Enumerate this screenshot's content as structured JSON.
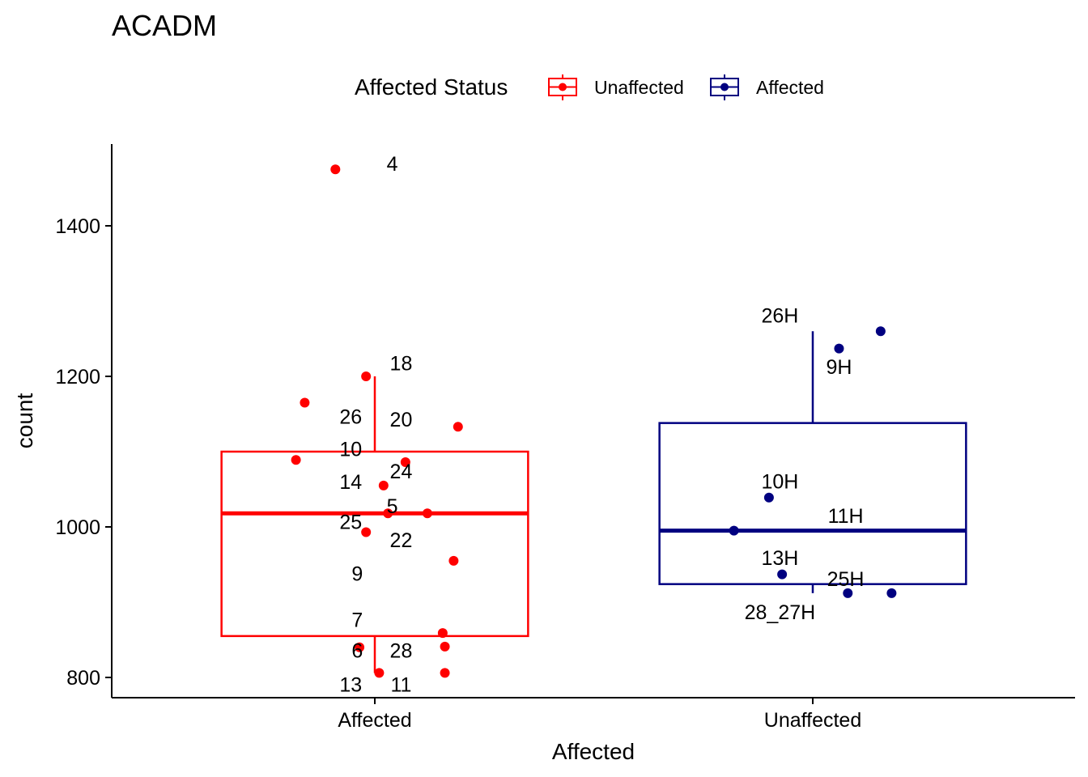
{
  "chart_data": {
    "type": "box",
    "title": "ACADM",
    "xlabel": "Affected",
    "ylabel": "count",
    "ylim": [
      770,
      1510
    ],
    "yticks": [
      800,
      1000,
      1200,
      1400
    ],
    "categories": [
      "Affected",
      "Unaffected"
    ],
    "legend": {
      "title": "Affected Status",
      "position": "top",
      "entries": [
        {
          "label": "Unaffected",
          "color": "#FF0000"
        },
        {
          "label": "Affected",
          "color": "#000080"
        }
      ]
    },
    "boxes": [
      {
        "category": "Affected",
        "color": "#FF0000",
        "whisker_low": 806,
        "q1": 855,
        "median": 1018,
        "q3": 1100,
        "whisker_high": 1200
      },
      {
        "category": "Unaffected",
        "color": "#000080",
        "whisker_low": 912,
        "q1": 924,
        "median": 995,
        "q3": 1138,
        "whisker_high": 1260
      }
    ],
    "points": [
      {
        "category": "Affected",
        "jitter": -0.09,
        "y": 1475
      },
      {
        "category": "Affected",
        "jitter": -0.02,
        "y": 1200
      },
      {
        "category": "Affected",
        "jitter": -0.16,
        "y": 1165
      },
      {
        "category": "Affected",
        "jitter": 0.19,
        "y": 1133
      },
      {
        "category": "Affected",
        "jitter": -0.18,
        "y": 1089
      },
      {
        "category": "Affected",
        "jitter": 0.07,
        "y": 1086
      },
      {
        "category": "Affected",
        "jitter": 0.02,
        "y": 1055
      },
      {
        "category": "Affected",
        "jitter": 0.03,
        "y": 1018
      },
      {
        "category": "Affected",
        "jitter": 0.12,
        "y": 1018
      },
      {
        "category": "Affected",
        "jitter": -0.02,
        "y": 993
      },
      {
        "category": "Affected",
        "jitter": 0.18,
        "y": 955
      },
      {
        "category": "Affected",
        "jitter": 0.155,
        "y": 859
      },
      {
        "category": "Affected",
        "jitter": 0.16,
        "y": 841
      },
      {
        "category": "Affected",
        "jitter": -0.035,
        "y": 840
      },
      {
        "category": "Affected",
        "jitter": 0.16,
        "y": 806
      },
      {
        "category": "Affected",
        "jitter": 0.01,
        "y": 806
      },
      {
        "category": "Unaffected",
        "jitter": 0.155,
        "y": 1260
      },
      {
        "category": "Unaffected",
        "jitter": 0.06,
        "y": 1237
      },
      {
        "category": "Unaffected",
        "jitter": -0.1,
        "y": 1039
      },
      {
        "category": "Unaffected",
        "jitter": -0.18,
        "y": 995
      },
      {
        "category": "Unaffected",
        "jitter": -0.07,
        "y": 937
      },
      {
        "category": "Unaffected",
        "jitter": 0.08,
        "y": 912
      },
      {
        "category": "Unaffected",
        "jitter": 0.18,
        "y": 912
      }
    ],
    "annotations": [
      {
        "text": "4",
        "category": "Affected",
        "dx": 0.04,
        "y": 1483
      },
      {
        "text": "18",
        "category": "Affected",
        "dx": 0.06,
        "y": 1218
      },
      {
        "text": "26",
        "category": "Affected",
        "dx": -0.055,
        "y": 1147
      },
      {
        "text": "20",
        "category": "Affected",
        "dx": 0.06,
        "y": 1143
      },
      {
        "text": "10",
        "category": "Affected",
        "dx": -0.055,
        "y": 1104
      },
      {
        "text": "24",
        "category": "Affected",
        "dx": 0.06,
        "y": 1074
      },
      {
        "text": "14",
        "category": "Affected",
        "dx": -0.055,
        "y": 1060
      },
      {
        "text": "5",
        "category": "Affected",
        "dx": 0.04,
        "y": 1028
      },
      {
        "text": "25",
        "category": "Affected",
        "dx": -0.055,
        "y": 1007
      },
      {
        "text": "22",
        "category": "Affected",
        "dx": 0.06,
        "y": 983
      },
      {
        "text": "9",
        "category": "Affected",
        "dx": -0.04,
        "y": 938
      },
      {
        "text": "7",
        "category": "Affected",
        "dx": -0.04,
        "y": 877
      },
      {
        "text": "6",
        "category": "Affected",
        "dx": -0.04,
        "y": 836
      },
      {
        "text": "28",
        "category": "Affected",
        "dx": 0.06,
        "y": 836
      },
      {
        "text": "13",
        "category": "Affected",
        "dx": -0.055,
        "y": 791
      },
      {
        "text": "11",
        "category": "Affected",
        "dx": 0.06,
        "y": 791
      },
      {
        "text": "26H",
        "category": "Unaffected",
        "dx": -0.075,
        "y": 1281
      },
      {
        "text": "9H",
        "category": "Unaffected",
        "dx": 0.06,
        "y": 1213
      },
      {
        "text": "10H",
        "category": "Unaffected",
        "dx": -0.075,
        "y": 1061
      },
      {
        "text": "11H",
        "category": "Unaffected",
        "dx": 0.075,
        "y": 1015
      },
      {
        "text": "13H",
        "category": "Unaffected",
        "dx": -0.075,
        "y": 959
      },
      {
        "text": "25H",
        "category": "Unaffected",
        "dx": 0.075,
        "y": 931
      },
      {
        "text": "28_27H",
        "category": "Unaffected",
        "dx": -0.075,
        "y": 887
      }
    ]
  }
}
